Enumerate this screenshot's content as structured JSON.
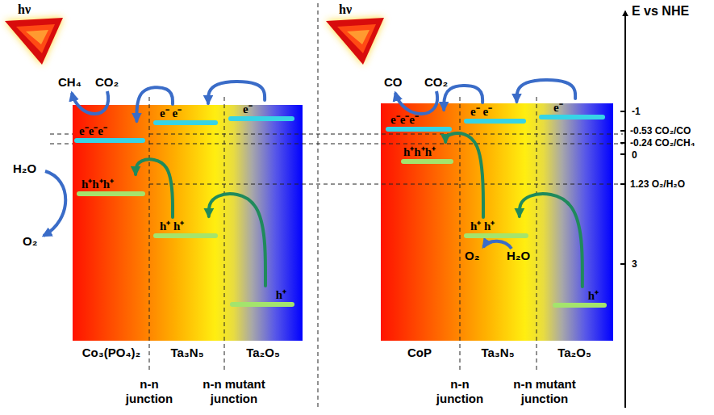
{
  "diagram": {
    "nodes": [
      {
        "text": [
          "e⁻e⁻e⁻"
        ]
      },
      {
        "text": [
          "e⁻ e⁻"
        ]
      },
      {
        "text": [
          "e⁻"
        ]
      },
      {
        "text": [
          "h⁺h⁺h⁺"
        ]
      },
      {
        "text": [
          "h⁺ h⁺"
        ]
      },
      {
        "text": [
          "h⁺"
        ]
      },
      {
        "text": [
          "e⁻e⁻e⁻"
        ]
      },
      {
        "text": [
          "e⁻ e⁻"
        ]
      },
      {
        "text": [
          "e⁻"
        ]
      },
      {
        "text": [
          "h⁺h⁺h⁺"
        ]
      },
      {
        "text": [
          "h⁺ h⁺"
        ]
      },
      {
        "text": [
          "h⁺"
        ]
      }
    ],
    "edges": [
      {
        "from": 2,
        "to": 1,
        "arrow": "to"
      },
      {
        "from": 1,
        "to": 0,
        "arrow": "to"
      },
      {
        "from": 5,
        "to": 4,
        "arrow": "to"
      },
      {
        "from": 4,
        "to": 3,
        "arrow": "to"
      },
      {
        "from": 8,
        "to": 7,
        "arrow": "to"
      },
      {
        "from": 7,
        "to": 6,
        "arrow": "to"
      },
      {
        "from": 11,
        "to": 10,
        "arrow": "to"
      },
      {
        "from": 10,
        "to": 9,
        "arrow": "to"
      }
    ],
    "labels": [
      "hν",
      "CO₂",
      "CH₄",
      "H₂O",
      "O₂",
      "Co₃(PO₄)₂",
      "Ta₃N₅",
      "Ta₂O₅",
      "n-n junction",
      "n-n mutant junction",
      "hν",
      "CO",
      "CO₂",
      "O₂",
      "H₂O",
      "CoP",
      "Ta₃N₅",
      "Ta₂O₅",
      "n-n junction",
      "n-n mutant junction",
      "E vs NHE",
      "-1",
      "-0.53 CO₂/CO",
      "-0.24 CO₂/CH₄",
      "0",
      "1.23 O₂/H₂O",
      "3"
    ]
  }
}
